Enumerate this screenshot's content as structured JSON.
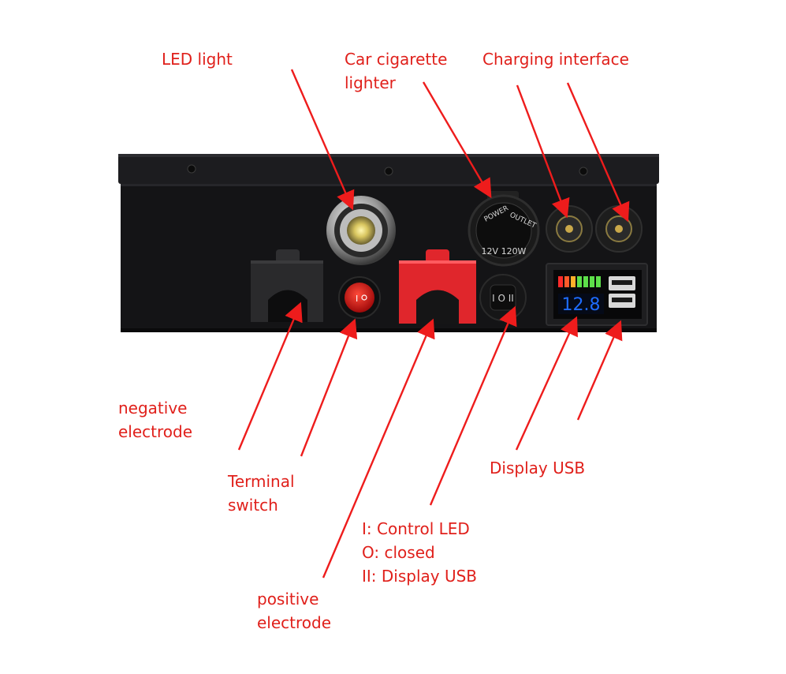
{
  "labels": {
    "led_light": "LED light",
    "car_lighter_line1": "Car cigarette",
    "car_lighter_line2": "lighter",
    "charging_interface": "Charging interface",
    "negative_line1": "negative",
    "negative_line2": "electrode",
    "terminal_switch_line1": "Terminal",
    "terminal_switch_line2": "switch",
    "display_usb": "Display USB",
    "control_line1": "I: Control LED",
    "control_line2": "O: closed",
    "control_line3": "II: Display USB",
    "positive_line1": "positive",
    "positive_line2": "electrode"
  },
  "device": {
    "outlet_top_left": "POWER",
    "outlet_top_right": "OUTLET",
    "outlet_rating": "12V 120W",
    "rocker_marks": "I O II",
    "voltage_reading": "12.8"
  },
  "colors": {
    "label_red": "#e0201b",
    "arrow_red": "#ee1c1c",
    "box_black": "#141416",
    "positive_cap": "#e0262c",
    "negative_cap": "#2a2a2c",
    "display_blue": "#1e6cff"
  }
}
